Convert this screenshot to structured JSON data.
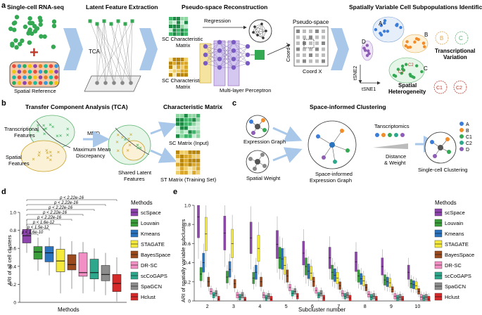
{
  "panel_a": {
    "letter": "a",
    "titles": [
      "Single-cell RNA-seq",
      "Latent Feature Extraction",
      "Pseudo-space Reconstruction",
      "Spatially Variable Cell Subpopulations Identification"
    ],
    "spatial_reference": "Spatial Reference",
    "tca": "TCA",
    "sc_matrix_1": [
      "SC Characteristic",
      "Matrix"
    ],
    "sc_matrix_2": [
      "SC Characteristic",
      "Matrix"
    ],
    "regression": "Regression",
    "mlp": "Multi-layer Perceptron",
    "pseudo_space": "Pseudo-space",
    "coord_y": "Coord Y",
    "coord_x": "Coord X",
    "tsne2": "tSNE2",
    "tsne1": "tSNE1",
    "cluster_labels": [
      "A",
      "B",
      "C",
      "D",
      "B",
      "C",
      "C1",
      "C2",
      "C1",
      "C2"
    ],
    "transcriptional_variation": [
      "Transcriptional",
      "Variation"
    ],
    "spatial_heterogeneity": [
      "Spatial",
      "Heterogeneity"
    ]
  },
  "panel_b": {
    "letter": "b",
    "title": "Transfer Component Analysis (TCA)",
    "transcriptional_features": [
      "Transcriptional",
      "Features"
    ],
    "spatial_features": [
      "Spatial",
      "Features"
    ],
    "mmd": "MMD",
    "mmd_full": [
      "Maximum Mean",
      "Discrepancy"
    ],
    "shared_latent": [
      "Shared Latent",
      "Features"
    ],
    "characteristic_matrix": "Characteristic Matrix",
    "sc_matrix_input": "SC Matrix (Input)",
    "st_matrix": "ST Matrix (Training Set)"
  },
  "panel_c": {
    "letter": "c",
    "title": "Space-informed Clustering",
    "expression_graph": "Expression Graph",
    "spatial_weight": "Spatial Weight",
    "space_informed": [
      "Space-informed",
      "Expression Graph"
    ],
    "tanscriptomics": "Tanscriptomics",
    "distance_weight": [
      "Distance",
      "& Weight"
    ],
    "single_cell_clustering": "Single-cell Clustering",
    "legend": [
      "A",
      "B",
      "C1",
      "C2",
      "D"
    ]
  },
  "colors": {
    "arrow": "#a9c7e8",
    "green": "#34a853",
    "gold": "#c9a227",
    "purple": "#8e5db5",
    "orange": "#f28c28",
    "blue": "#3b7dd8"
  },
  "methods_title": "Methods",
  "methods": [
    {
      "name": "scSpace",
      "color": "#8e44ad"
    },
    {
      "name": "Louvain",
      "color": "#3a9e3a"
    },
    {
      "name": "Kmeans",
      "color": "#2a73bf"
    },
    {
      "name": "STAGATE",
      "color": "#f5ea3b"
    },
    {
      "name": "BayesSpace",
      "color": "#9b4a1e"
    },
    {
      "name": "DR-SC",
      "color": "#f28fc4"
    },
    {
      "name": "scCoGAPS",
      "color": "#2ea88c"
    },
    {
      "name": "SpaGCN",
      "color": "#8c8c8c"
    },
    {
      "name": "Hclust",
      "color": "#d62a2a"
    }
  ],
  "panel_d": {
    "letter": "d",
    "ylabel": "ARI of all cell clusters",
    "xlabel": "Methods",
    "pvalues": [
      "p < 2.22e-16",
      "p < 2.22e-16",
      "p < 2.22e-16",
      "p < 2.22e-16",
      "p < 2.22e-16",
      "p < 1.6e-12",
      "p < 1.5e-12",
      "p < 1.6e-10"
    ]
  },
  "panel_e": {
    "letter": "e",
    "ylabel": "ARI of spatially variable subclusters",
    "xlabel": "Subcluster number"
  },
  "chart_data": [
    {
      "type": "box",
      "ylabel": "ARI of all cell clusters",
      "xlabel": "Methods",
      "ylim": [
        0,
        1.0
      ],
      "yticks": [
        "0",
        "0.2",
        "0.4",
        "0.6",
        "0.8",
        "1.0"
      ],
      "series": [
        {
          "name": "scSpace",
          "q1": 0.66,
          "median": 0.74,
          "q3": 0.81,
          "min": 0.55,
          "max": 0.92
        },
        {
          "name": "Louvain",
          "q1": 0.48,
          "median": 0.56,
          "q3": 0.62,
          "min": 0.35,
          "max": 0.72
        },
        {
          "name": "Kmeans",
          "q1": 0.45,
          "median": 0.55,
          "q3": 0.62,
          "min": 0.3,
          "max": 0.72
        },
        {
          "name": "STAGATE",
          "q1": 0.34,
          "median": 0.46,
          "q3": 0.59,
          "min": 0.1,
          "max": 0.73
        },
        {
          "name": "BayesSpace",
          "q1": 0.36,
          "median": 0.42,
          "q3": 0.53,
          "min": 0.15,
          "max": 0.68
        },
        {
          "name": "DR-SC",
          "q1": 0.29,
          "median": 0.33,
          "q3": 0.55,
          "min": 0.1,
          "max": 0.67
        },
        {
          "name": "scCoGAPS",
          "q1": 0.26,
          "median": 0.33,
          "q3": 0.48,
          "min": 0.12,
          "max": 0.6
        },
        {
          "name": "SpaGCN",
          "q1": 0.24,
          "median": 0.31,
          "q3": 0.41,
          "min": 0.08,
          "max": 0.55
        },
        {
          "name": "Hclust",
          "q1": 0.12,
          "median": 0.21,
          "q3": 0.31,
          "min": 0.01,
          "max": 0.5
        }
      ]
    },
    {
      "type": "box",
      "ylabel": "ARI of spatially variable subclusters",
      "xlabel": "Subcluster number",
      "ylim": [
        0,
        1.0
      ],
      "yticks": [
        "0",
        "0.2",
        "0.4",
        "0.6",
        "0.8",
        "1.0"
      ],
      "categories": [
        "2",
        "3",
        "4",
        "5",
        "6",
        "7",
        "8",
        "9",
        "10"
      ],
      "series": [
        {
          "name": "scSpace",
          "medians": [
            0.88,
            0.71,
            0.66,
            0.59,
            0.5,
            0.45,
            0.41,
            0.36,
            0.3
          ]
        },
        {
          "name": "Louvain",
          "medians": [
            0.28,
            0.25,
            0.24,
            0.45,
            0.36,
            0.3,
            0.26,
            0.22,
            0.18
          ]
        },
        {
          "name": "Kmeans",
          "medians": [
            0.4,
            0.33,
            0.3,
            0.44,
            0.31,
            0.27,
            0.23,
            0.2,
            0.17
          ]
        },
        {
          "name": "STAGATE",
          "medians": [
            0.7,
            0.6,
            0.55,
            0.37,
            0.29,
            0.24,
            0.21,
            0.19,
            0.16
          ]
        },
        {
          "name": "BayesSpace",
          "medians": [
            0.2,
            0.18,
            0.2,
            0.26,
            0.2,
            0.16,
            0.14,
            0.12,
            0.1
          ]
        },
        {
          "name": "DR-SC",
          "medians": [
            0.1,
            0.06,
            0.06,
            0.14,
            0.11,
            0.08,
            0.07,
            0.05,
            0.04
          ]
        },
        {
          "name": "scCoGAPS",
          "medians": [
            0.06,
            0.04,
            0.03,
            0.08,
            0.06,
            0.05,
            0.04,
            0.03,
            0.03
          ]
        },
        {
          "name": "SpaGCN",
          "medians": [
            0.08,
            0.06,
            0.05,
            0.1,
            0.08,
            0.06,
            0.05,
            0.04,
            0.04
          ]
        },
        {
          "name": "Hclust",
          "medians": [
            0.02,
            0.01,
            0.02,
            0.05,
            0.03,
            0.03,
            0.02,
            0.02,
            0.02
          ]
        }
      ]
    }
  ]
}
